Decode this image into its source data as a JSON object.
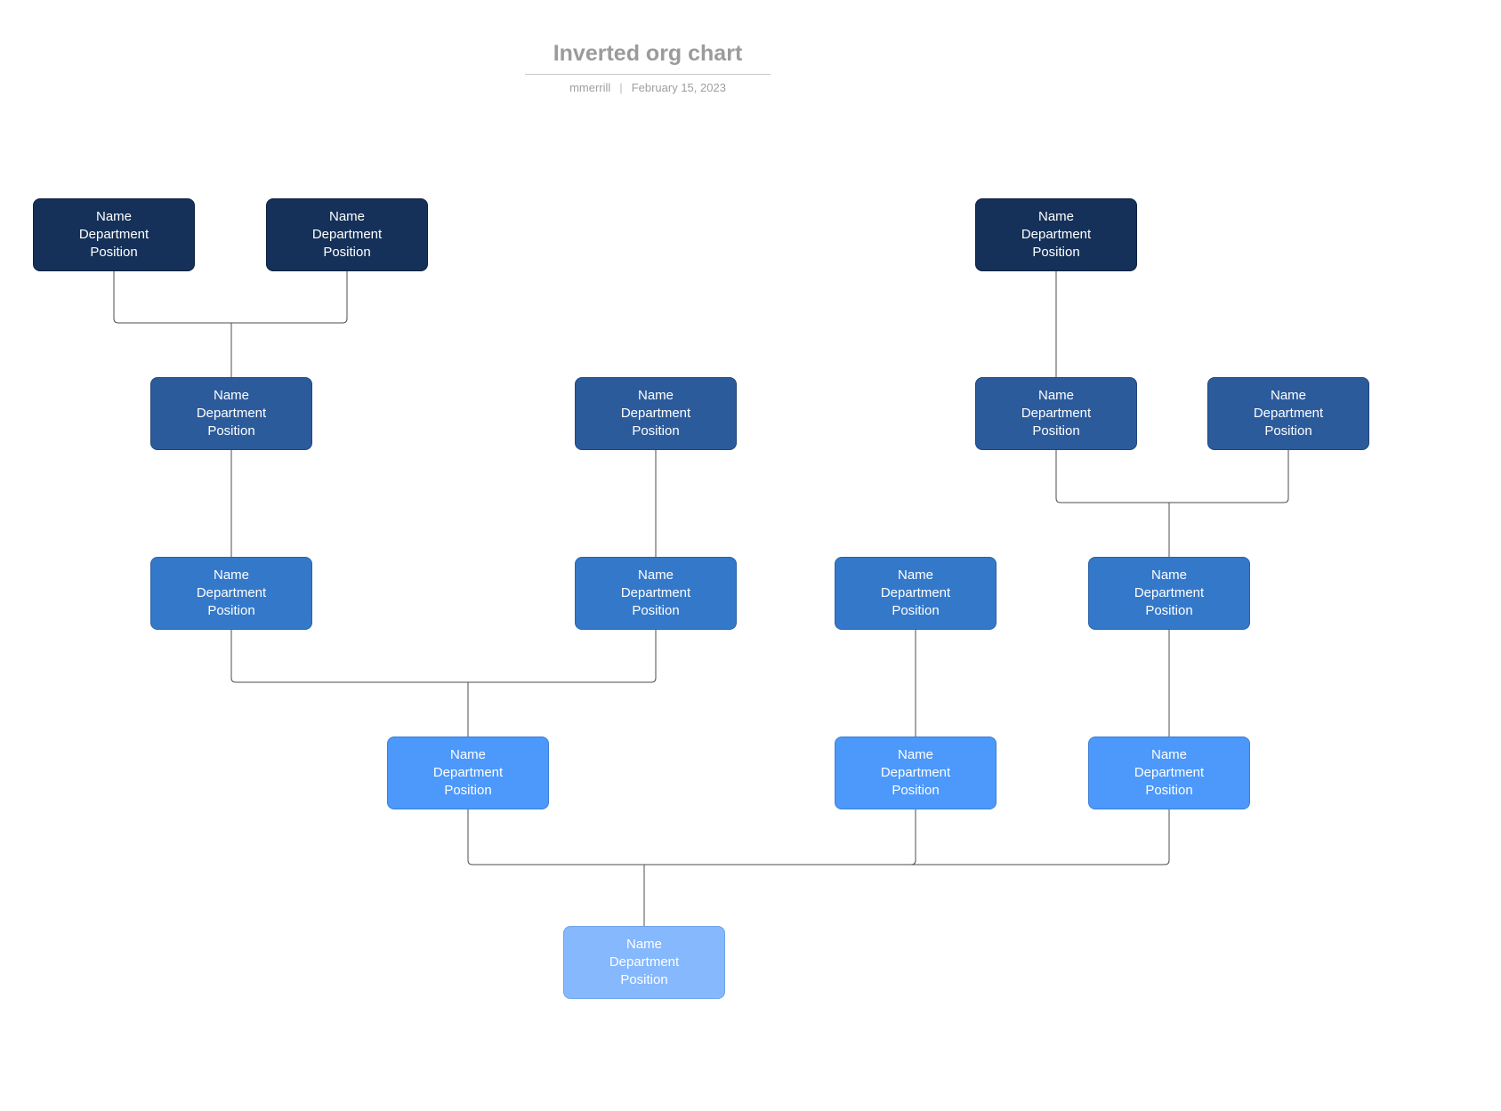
{
  "header": {
    "title": "Inverted org chart",
    "author": "mmerrill",
    "separator": "|",
    "date": "February 15, 2023"
  },
  "palette": {
    "level1": "#153159",
    "level2": "#2c5b9c",
    "level3": "#3478c9",
    "level4": "#4c98fb",
    "level5": "#85b8fd",
    "connector": "#4d4d4d"
  },
  "nodes": [
    {
      "name": "Name",
      "department": "Department",
      "position": "Position"
    },
    {
      "name": "Name",
      "department": "Department",
      "position": "Position"
    },
    {
      "name": "Name",
      "department": "Department",
      "position": "Position"
    },
    {
      "name": "Name",
      "department": "Department",
      "position": "Position"
    },
    {
      "name": "Name",
      "department": "Department",
      "position": "Position"
    },
    {
      "name": "Name",
      "department": "Department",
      "position": "Position"
    },
    {
      "name": "Name",
      "department": "Department",
      "position": "Position"
    },
    {
      "name": "Name",
      "department": "Department",
      "position": "Position"
    },
    {
      "name": "Name",
      "department": "Department",
      "position": "Position"
    },
    {
      "name": "Name",
      "department": "Department",
      "position": "Position"
    },
    {
      "name": "Name",
      "department": "Department",
      "position": "Position"
    },
    {
      "name": "Name",
      "department": "Department",
      "position": "Position"
    },
    {
      "name": "Name",
      "department": "Department",
      "position": "Position"
    },
    {
      "name": "Name",
      "department": "Department",
      "position": "Position"
    },
    {
      "name": "Name",
      "department": "Department",
      "position": "Position"
    }
  ]
}
